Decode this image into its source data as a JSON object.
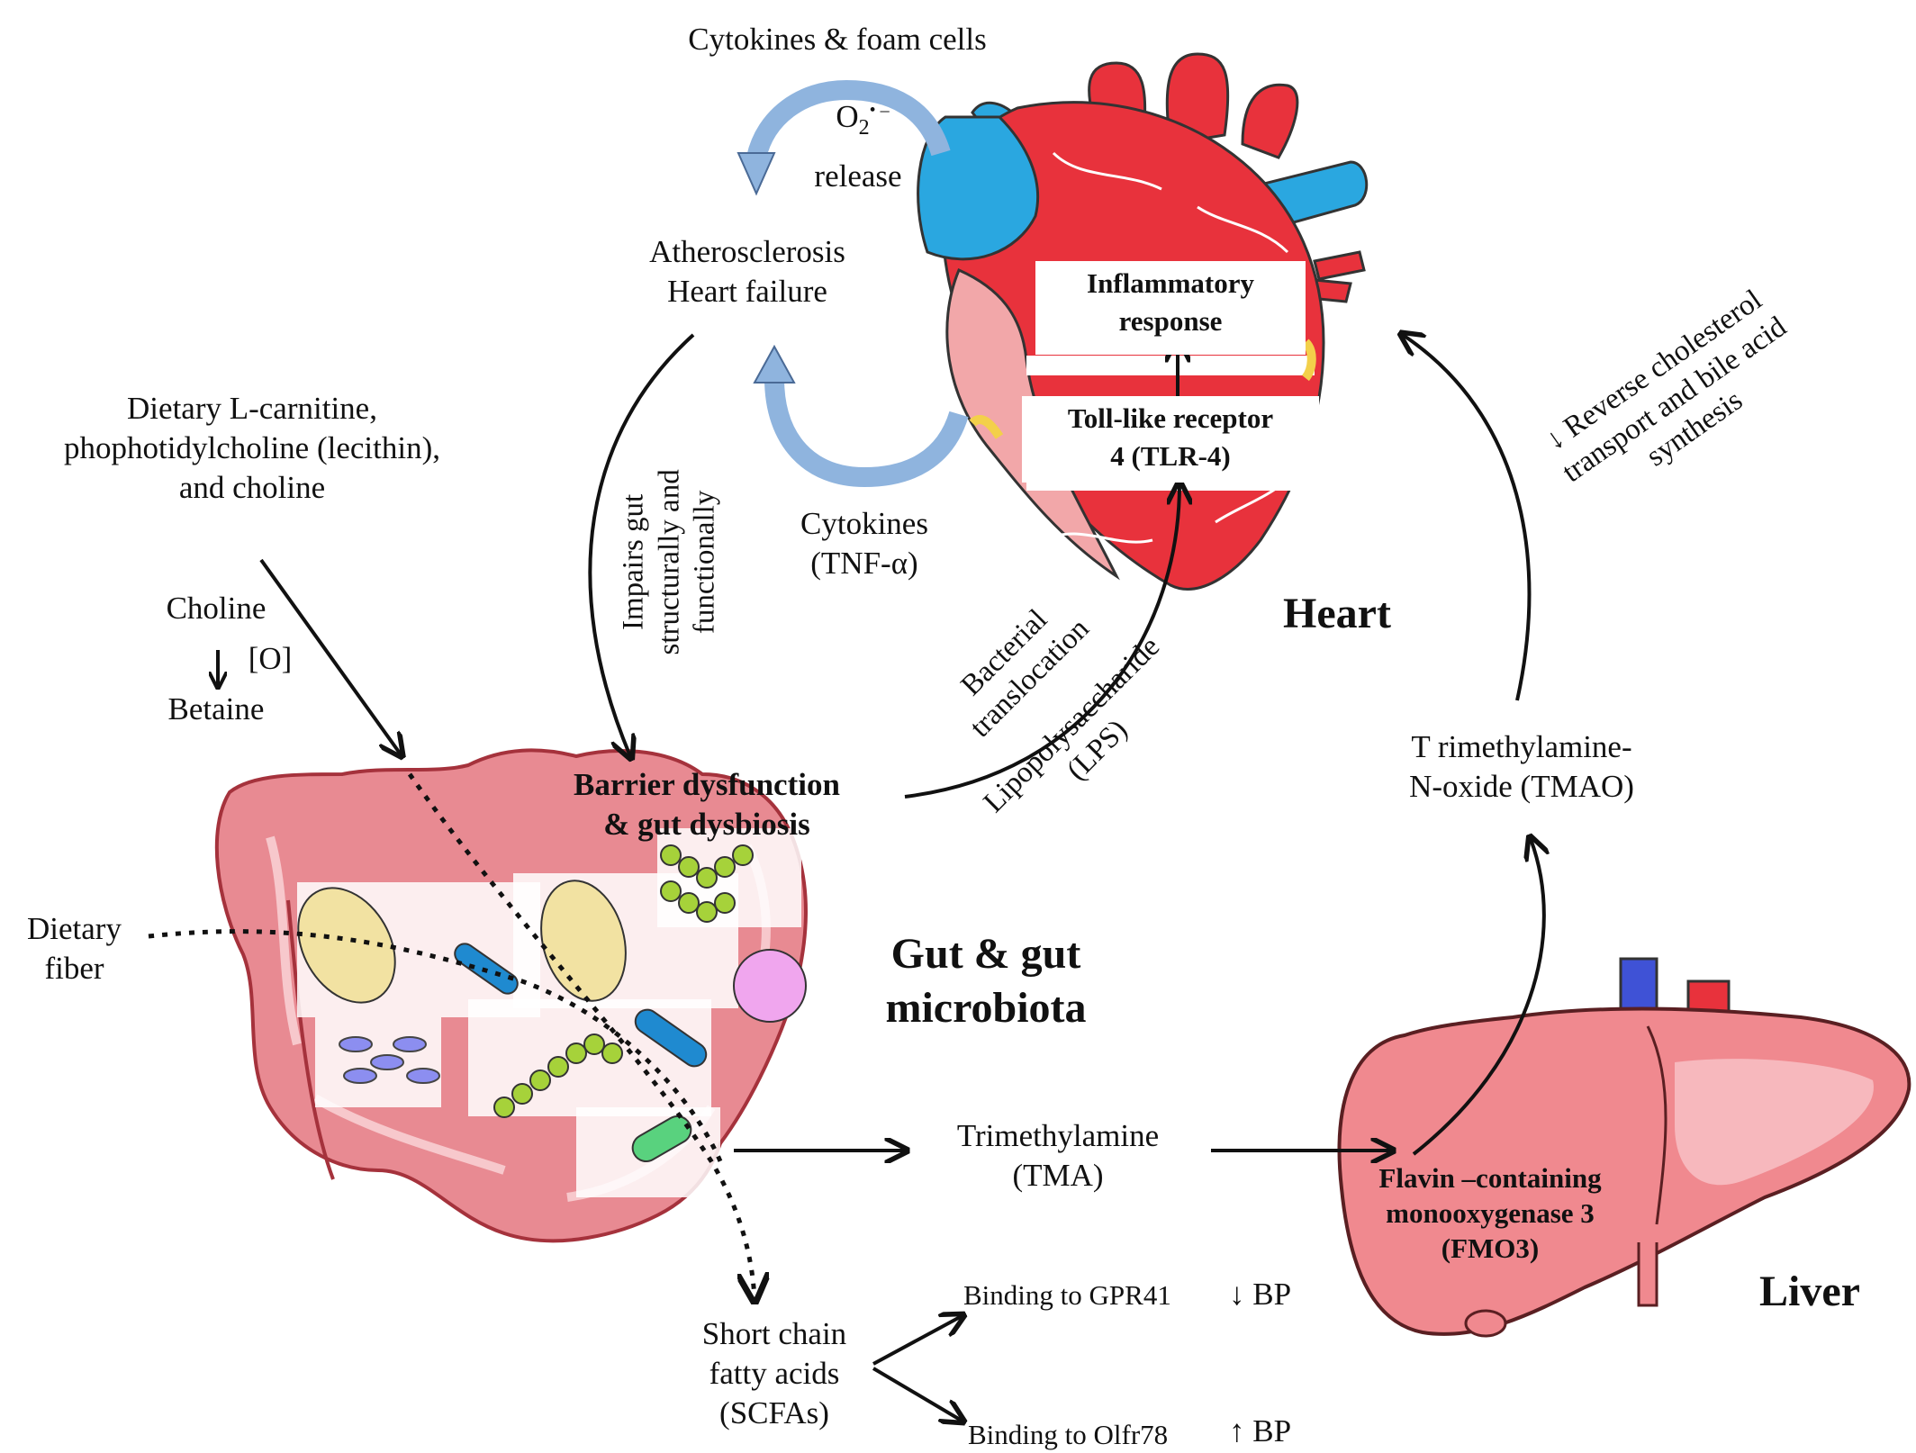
{
  "organs": {
    "heart": "Heart",
    "gut": [
      "Gut & gut",
      "microbiota"
    ],
    "liver": "Liver"
  },
  "labels": {
    "cytokines_foam": "Cytokines & foam cells",
    "o2": "O",
    "o2_sub": "2",
    "o2_sup": "• –",
    "release": "release",
    "athero": [
      "Atherosclerosis",
      "Heart failure"
    ],
    "impairs": [
      "Impairs gut",
      "structurally and",
      "functionally"
    ],
    "cytokines_tnf": [
      "Cytokines",
      "(TNF-α)"
    ],
    "inflammatory": [
      "Inflammatory",
      "response"
    ],
    "tlr4": [
      "Toll-like receptor",
      "4 (TLR-4)"
    ],
    "bacterial": [
      "Bacterial",
      "translocation"
    ],
    "lps": [
      "Lipopolysaccharide",
      "(LPS)"
    ],
    "reverse": [
      "↓ Reverse cholesterol",
      "transport and bile acid",
      "synthesis"
    ],
    "dietary_lcarnitine": [
      "Dietary L-carnitine,",
      "phophotidylcholine (lecithin),",
      "and choline"
    ],
    "choline": "Choline",
    "oxid": "[O]",
    "betaine": "Betaine",
    "barrier": [
      "Barrier dysfunction",
      "& gut dysbiosis"
    ],
    "dietary_fiber": [
      "Dietary",
      "fiber"
    ],
    "tmao": [
      "T rimethylamine-",
      "N-oxide (TMAO)"
    ],
    "tma": [
      "Trimethylamine",
      "(TMA)"
    ],
    "fmo3": [
      "Flavin –containing",
      "monooxygenase 3",
      "(FMO3)"
    ],
    "scfa": [
      "Short chain",
      "fatty acids",
      "(SCFAs)"
    ],
    "gpr41": "Binding to GPR41",
    "gpr41_bp": "↓ BP",
    "olfr78": "Binding to Olfr78",
    "olfr78_bp": "↑ BP"
  },
  "colors": {
    "heart_red": "#e8323c",
    "heart_blue": "#2aa7e0",
    "heart_pink": "#f2a7a9",
    "gut_pink": "#e88a92",
    "gut_outline": "#a5323c",
    "liver_pink": "#f0898f",
    "liver_outline": "#5a1f22",
    "arrow_blue": "#8fb4de"
  }
}
